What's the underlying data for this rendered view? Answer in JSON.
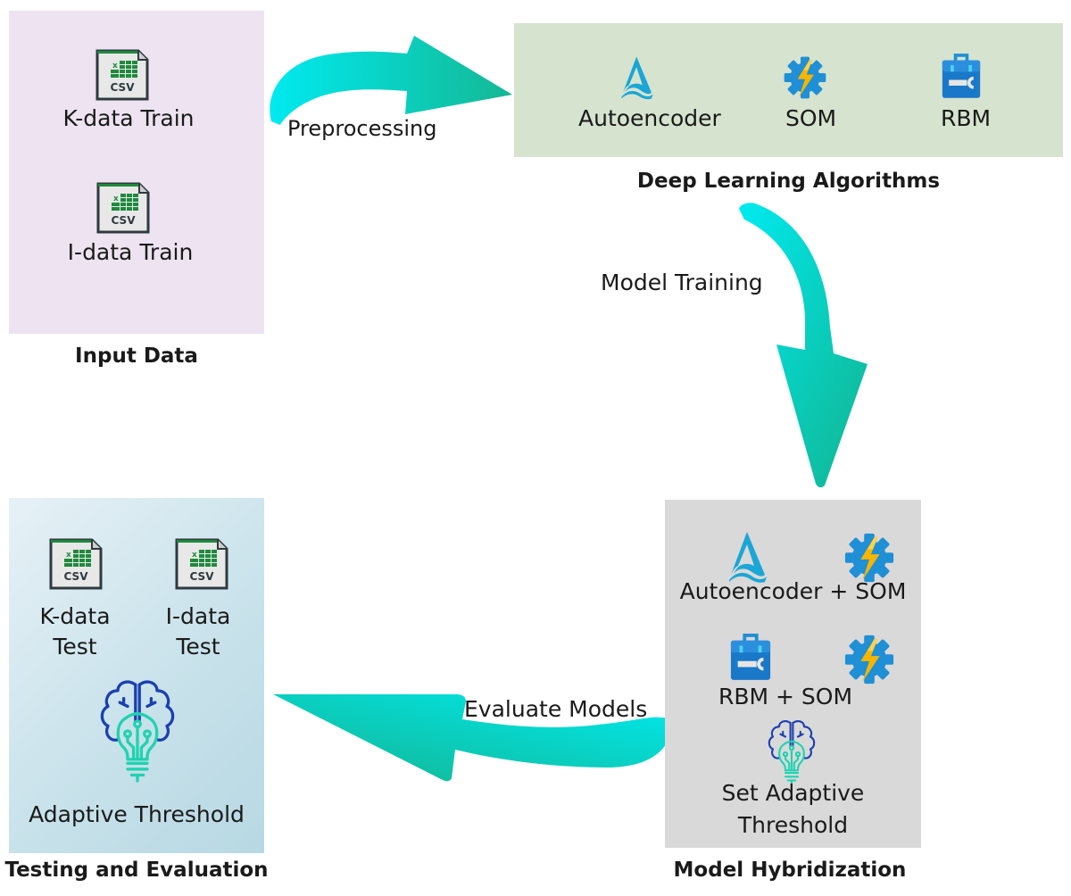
{
  "colors": {
    "input_bg": "#ede3f1",
    "deep_learning_bg": "#d5e3cf",
    "hybrid_bg": "#d9d9d9",
    "test_bg": "#c7e1ea",
    "arrow_start": "#00e8ef",
    "arrow_end": "#12b894",
    "csv_green": "#1e8a3c",
    "icon_blue": "#1f8fd6",
    "bolt_yellow": "#f7b500"
  },
  "input_data": {
    "title": "Input Data",
    "files": [
      {
        "icon": "csv-file-icon",
        "label": "K-data Train",
        "badge": "CSV"
      },
      {
        "icon": "csv-file-icon",
        "label": "I-data Train",
        "badge": "CSV"
      }
    ]
  },
  "deep_learning": {
    "title": "Deep Learning Algorithms",
    "algorithms": [
      {
        "icon": "autoencoder-icon",
        "label": "Autoencoder"
      },
      {
        "icon": "som-gear-bolt-icon",
        "label": "SOM"
      },
      {
        "icon": "rbm-toolbox-icon",
        "label": "RBM"
      }
    ]
  },
  "hybridization": {
    "title": "Model Hybridization",
    "items": [
      {
        "label": "Autoencoder + SOM"
      },
      {
        "label": "RBM + SOM"
      }
    ],
    "threshold_label_line1": "Set Adaptive",
    "threshold_label_line2": "Threshold"
  },
  "testing": {
    "title": "Testing and Evaluation",
    "files": [
      {
        "icon": "csv-file-icon",
        "label_line1": "K-data",
        "label_line2": "Test",
        "badge": "CSV"
      },
      {
        "icon": "csv-file-icon",
        "label_line1": "I-data",
        "label_line2": "Test",
        "badge": "CSV"
      }
    ],
    "threshold_label": "Adaptive Threshold"
  },
  "arrows": {
    "preprocessing": "Preprocessing",
    "model_training": "Model Training",
    "evaluate_models": "Evaluate Models"
  }
}
